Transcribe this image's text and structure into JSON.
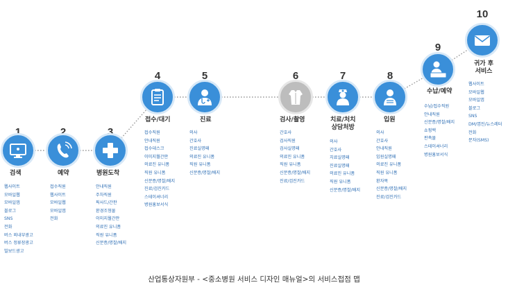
{
  "caption": "산업통상자원부 - <중소병원 서비스 디자인 매뉴얼>의 서비스접점 맵",
  "steps": [
    {
      "number": "1",
      "title": "검색",
      "icon": "monitor-icon",
      "items": [
        "웹사이트",
        "모바일웹",
        "모바일앱",
        "블로그",
        "SNS",
        "전화",
        "버스 외내부광고",
        "버스 정류장광고",
        "빌보드광고"
      ]
    },
    {
      "number": "2",
      "title": "예약",
      "icon": "phone-icon",
      "items": [
        "접수직원",
        "웹사이트",
        "모바일웹",
        "모바일앱",
        "전화"
      ]
    },
    {
      "number": "3",
      "title": "병원도착",
      "icon": "medical-cross-icon",
      "items": [
        "안내직원",
        "주차직원",
        "픽사드/간판",
        "환경조형물",
        "이미지월간판",
        "의료진 유니폼",
        "직원 유니폼",
        "신분증/명찰/배지"
      ]
    },
    {
      "number": "4",
      "title": "접수/대기",
      "icon": "clipboard-icon",
      "items": [
        "접수직원",
        "안내직원",
        "접수데스크",
        "이미지월간판",
        "의료진 유니폼",
        "직원 유니폼",
        "신분증/명찰/배지",
        "진료/검진카드",
        "스테이셔너리",
        "병원홍보서식"
      ]
    },
    {
      "number": "5",
      "title": "진료",
      "icon": "doctor-icon",
      "items": [
        "의사",
        "간호사",
        "진료실명패",
        "의료진 유니폼",
        "직원 유니폼",
        "신분증/명찰/배지"
      ]
    },
    {
      "number": "6",
      "title": "검사/촬영",
      "icon": "gown-icon",
      "items": [
        "간호사",
        "검사직원",
        "검사실명패",
        "의료진 유니폼",
        "직원 유니폼",
        "신분증/명찰/배지",
        "진료/검진카드"
      ]
    },
    {
      "number": "7",
      "title": "치료/처치\n상담처방",
      "icon": "nurse-icon",
      "items": [
        "의사",
        "간호사",
        "치료실명패",
        "진료실명패",
        "의료진 유니폼",
        "직원 유니폼",
        "신분증/명찰/배지"
      ]
    },
    {
      "number": "8",
      "title": "입원",
      "icon": "patient-icon",
      "items": [
        "의사",
        "간호사",
        "안내직원",
        "입원실명패",
        "의료진 유니폼",
        "직원 유니폼",
        "환자복",
        "신분증/명찰/배지",
        "진료/검진카드"
      ]
    },
    {
      "number": "9",
      "title": "수납/예약",
      "icon": "receptionist-icon",
      "items": [
        "수납/접수직원",
        "안내직원",
        "신분증/명찰/배지",
        "쇼핑백",
        "판촉물",
        "스테이셔너리",
        "병원홍보서식"
      ]
    },
    {
      "number": "10",
      "title": "귀가 후\n서비스",
      "icon": "envelope-icon",
      "items": [
        "웹사이트",
        "모바일웹",
        "모바일앱",
        "블로그",
        "SNS",
        "DM/엽진/뉴스레터",
        "전화",
        "문자(SMS)"
      ]
    }
  ]
}
